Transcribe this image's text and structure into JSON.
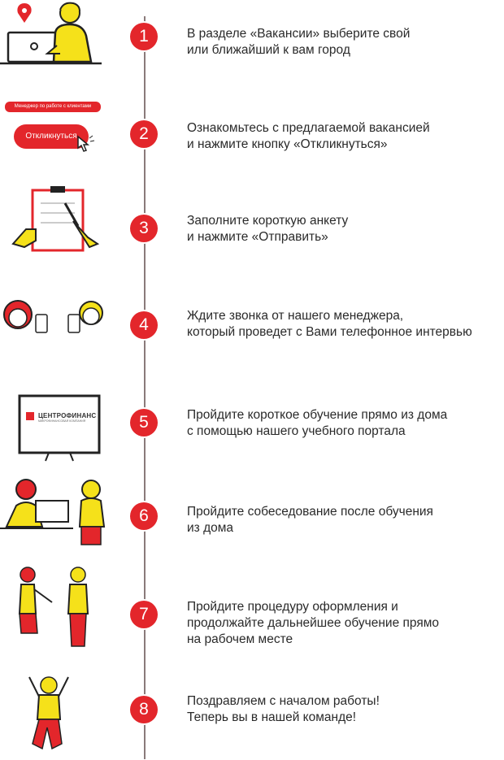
{
  "steps": [
    {
      "number": "1",
      "lines": [
        "В разделе «Вакансии» выберите свой",
        "или ближайший к вам город"
      ]
    },
    {
      "number": "2",
      "lines": [
        "Ознакомьтесь с предлагаемой вакансией",
        "и нажмите кнопку «Откликнуться»"
      ]
    },
    {
      "number": "3",
      "lines": [
        "Заполните короткую анкету",
        "и нажмите «Отправить»"
      ]
    },
    {
      "number": "4",
      "lines": [
        "Ждите звонка от нашего менеджера,",
        "который проведет с Вами телефонное интервью"
      ]
    },
    {
      "number": "5",
      "lines": [
        "Пройдите короткое обучение прямо из дома",
        "с помощью нашего учебного портала"
      ]
    },
    {
      "number": "6",
      "lines": [
        "Пройдите собеседование после обучения",
        "из дома"
      ]
    },
    {
      "number": "7",
      "lines": [
        "Пройдите процедуру оформления и",
        "продолжайте дальнейшее обучение прямо",
        "на рабочем месте"
      ]
    },
    {
      "number": "8",
      "lines": [
        "Поздравляем с началом работы!",
        "Теперь вы в нашей команде!"
      ]
    }
  ],
  "illustrations": {
    "vacancy_pill": "Менеджер по работе с клиентами",
    "apply_button": "Откликнуться",
    "logo_name": "ЦЕНТРОФИНАНС",
    "logo_sub": "МИКРОФИНАНСОВАЯ КОМПАНИЯ"
  },
  "colors": {
    "accent": "#e3262b",
    "yellow": "#f5e11a",
    "line": "#8a7a7a"
  }
}
